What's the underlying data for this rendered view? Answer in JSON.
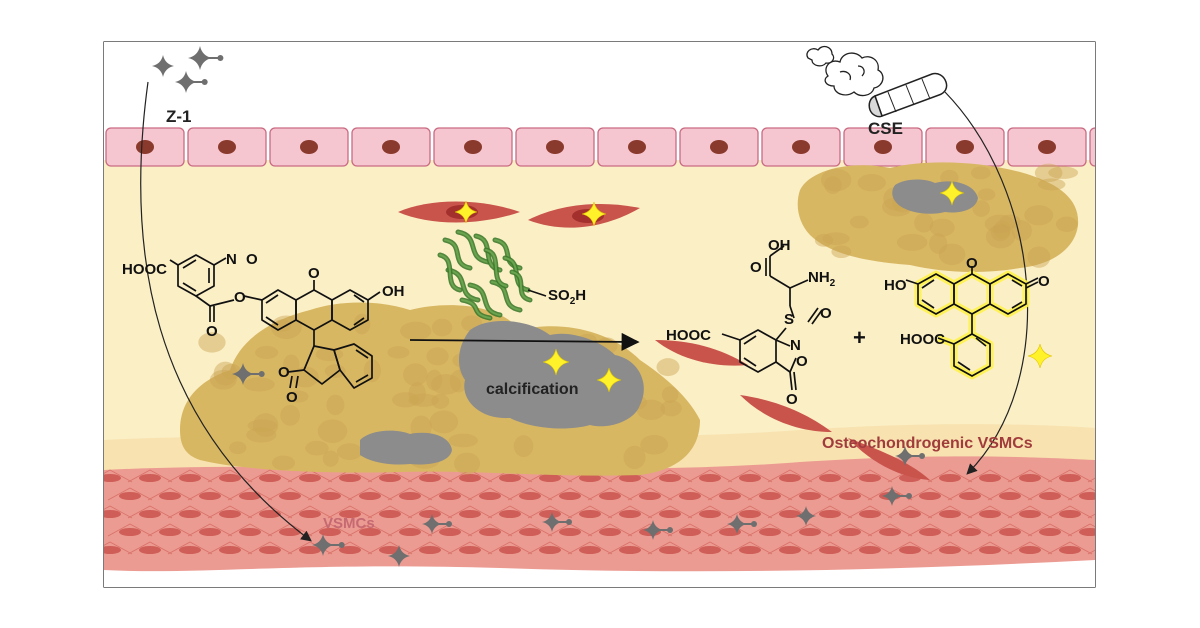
{
  "labels": {
    "probe": "Z-1",
    "stimulus": "CSE",
    "calcification": "calcification",
    "osteo_cells": "Osteochondrogenic VSMCs",
    "vsmcs": "VSMCs",
    "plus": "+"
  },
  "chem": {
    "probe_acid": "HOOC",
    "probe_nitroso": "N",
    "probe_nitroso_o": "O",
    "probe_hydroxyl": "OH",
    "protein_sulfonic": "SO",
    "protein_sulfonic_sub": "2",
    "protein_sulfonic_h": "H",
    "product_acid": "HOOC",
    "product_sulfur": "S",
    "product_o1": "O",
    "product_n": "N",
    "product_amine": "NH",
    "product_amine_sub": "2",
    "product_oh": "OH",
    "product_ring_o": "O",
    "fluor_hydroxyl": "HO",
    "fluor_ketone": "O",
    "fluor_acid": "HOOC"
  },
  "colors": {
    "background": "#fbefc6",
    "endothelium_fill": "#f6c6d0",
    "endothelium_stroke": "#c96b82",
    "nucleus": "#8a3a2c",
    "plaque": "#d8b763",
    "calcification": "#8c8c8c",
    "smooth_muscle": "#ec9b92",
    "osteo_label": "#a13c3c",
    "vsmc_label": "#c56a72",
    "sparkle_yellow": "#fff22a",
    "sparkle_gray": "#6f6f6f",
    "protein": "#3e7a2c",
    "fluorescein_glow": "#fff34a"
  }
}
